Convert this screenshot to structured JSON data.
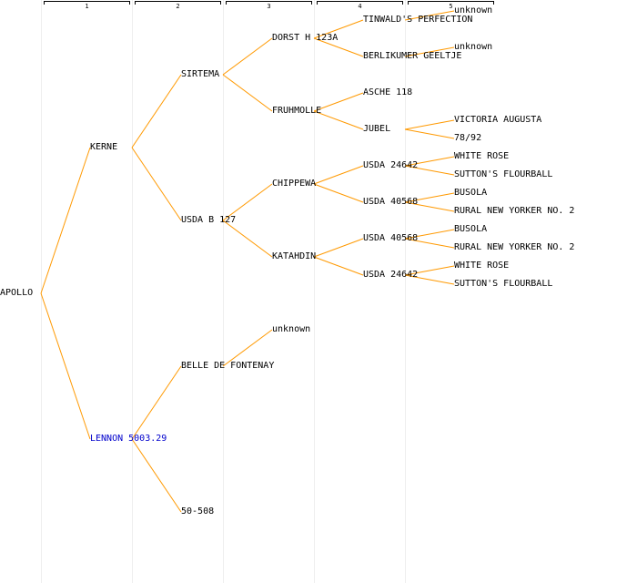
{
  "generations": [
    "1",
    "2",
    "3",
    "4",
    "5"
  ],
  "colors": {
    "line": "#ff9900",
    "link": "#0000cc",
    "separator": "#eeeeee"
  },
  "nodes": {
    "root": "APOLLO",
    "p": "KERNE",
    "m": "LENNON 5003.29",
    "pp": "SIRTEMA",
    "pm": "USDA B 127",
    "mp": "BELLE DE FONTENAY",
    "mm": "50-508",
    "ppp": "DORST H 123A",
    "ppm": "FRUHMOLLE",
    "pmp": "CHIPPEWA",
    "pmm": "KATAHDIN",
    "mpp": "unknown",
    "pppp": "TINWALD'S PERFECTION",
    "pppm": "BERLIKUMER GEELTJE",
    "ppmp": "ASCHE 118",
    "ppmm": "JUBEL",
    "pmpp": "USDA 24642",
    "pmpm": "USDA 40568",
    "pmmp": "USDA 40568",
    "pmmm": "USDA 24642",
    "ppppp": "unknown",
    "ppppm": "unknown",
    "ppmmp": "VICTORIA AUGUSTA",
    "ppmmm": "78/92",
    "pmppp": "WHITE ROSE",
    "pmppm": "SUTTON'S FLOURBALL",
    "pmpmp": "BUSOLA",
    "pmpmm": "RURAL NEW YORKER NO. 2",
    "pmmpp": "BUSOLA",
    "pmmpm": "RURAL NEW YORKER NO. 2",
    "pmmmp": "WHITE ROSE",
    "pmmmm": "SUTTON'S FLOURBALL"
  }
}
